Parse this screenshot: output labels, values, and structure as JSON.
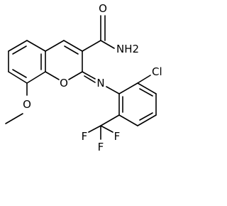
{
  "molecule": {
    "atoms": {
      "o_carbonyl": "O",
      "nh2": "NH2",
      "o_ring": "O",
      "n_imine": "N",
      "cl": "Cl",
      "o_methoxy": "O",
      "f_top": "F",
      "f_left": "F",
      "f_bottom": "F"
    }
  }
}
